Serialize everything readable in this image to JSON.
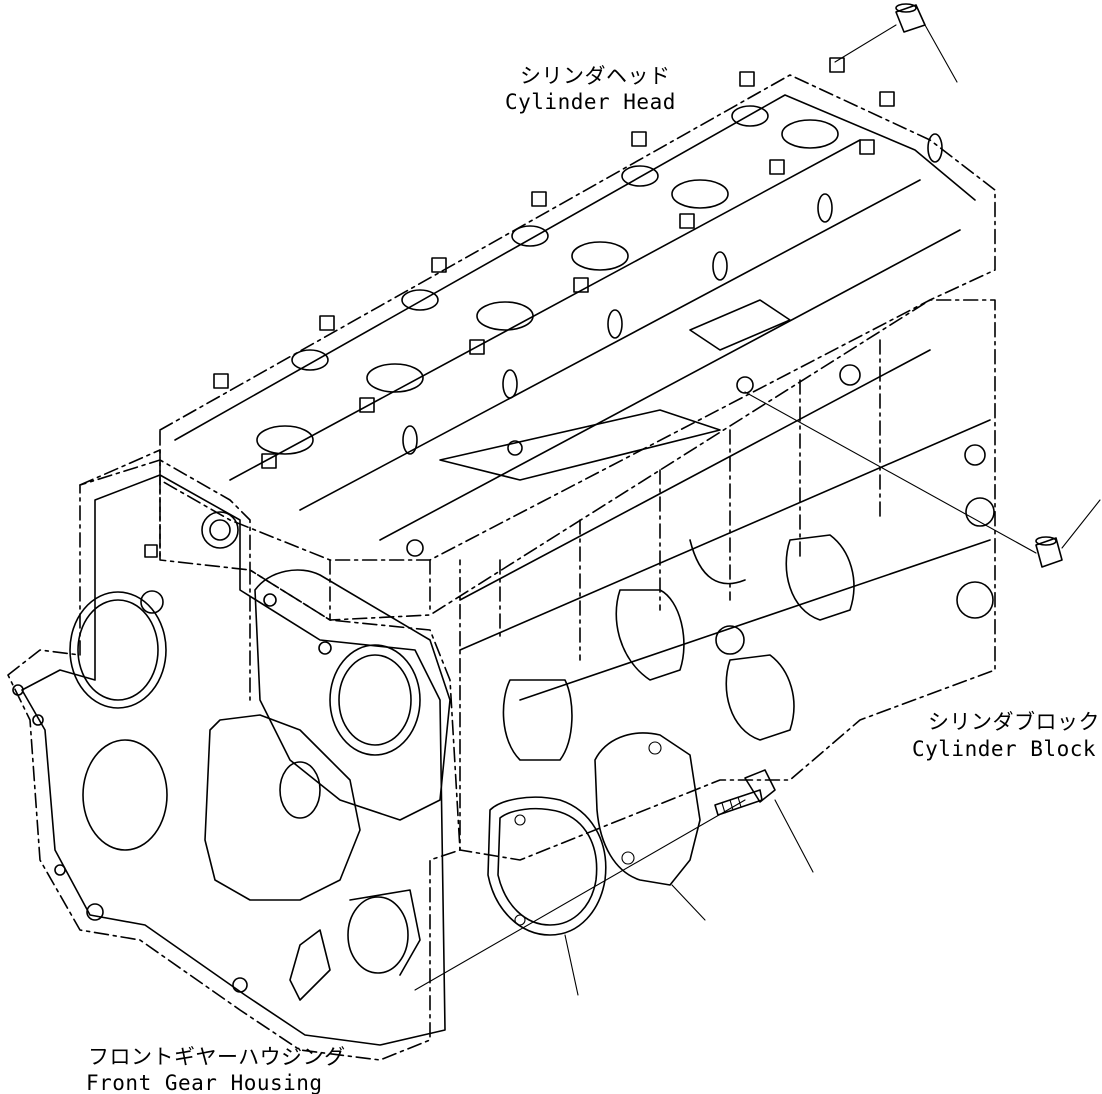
{
  "diagram": {
    "labels": {
      "cylinder_head": {
        "ja": "シリンダヘッド",
        "en": "Cylinder Head"
      },
      "cylinder_block": {
        "ja": "シリンダブロック",
        "en": "Cylinder Block"
      },
      "front_gear_housing": {
        "ja": "フロントギヤーハウジング",
        "en": "Front Gear Housing"
      }
    },
    "parts": [
      "plug-top",
      "plug-side",
      "gasket",
      "cover-plate",
      "bolt"
    ],
    "line_color": "#000000",
    "background_color": "#ffffff"
  }
}
